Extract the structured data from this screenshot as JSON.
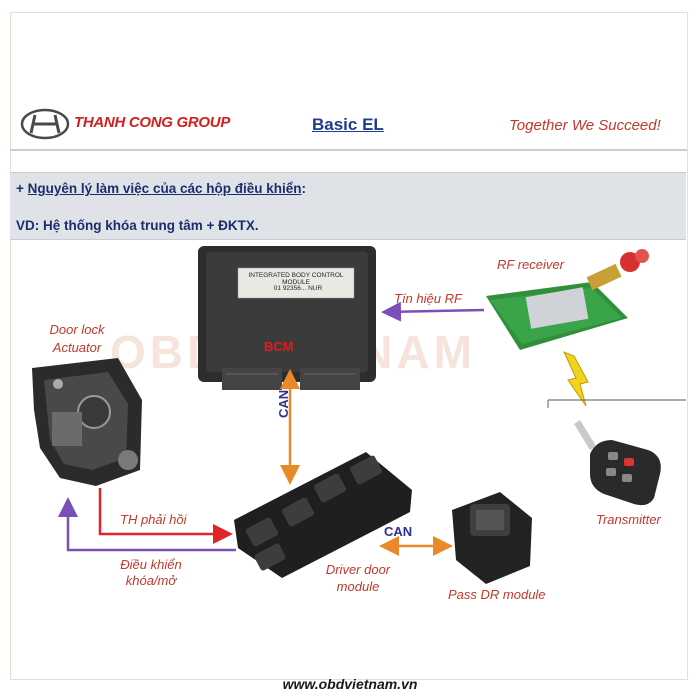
{
  "header": {
    "brand": "THANH CONG GROUP",
    "title": "Basic EL",
    "slogan": "Together We Succeed!"
  },
  "info": {
    "prefix": "+ ",
    "line1": "Nguyên lý làm việc của các hộp điều khiển",
    "suffix": ":",
    "line2": "VD: Hệ thống khóa trung tâm + ĐKTX."
  },
  "diagram": {
    "bcm_label": "BCM",
    "bcm_sticker": "INTEGRATED BODY CONTROL MODULE",
    "bcm_sticker_code": "01  92356...  NUR",
    "rf_receiver": "RF receiver",
    "rf_signal": "Tín hiệu RF",
    "door_lock_1": "Door lock",
    "door_lock_2": "Actuator",
    "transmitter": "Transmitter",
    "feedback": "TH phải hồi",
    "control_1": "Điều khiển",
    "control_2": "khóa/mở",
    "driver_door_1": "Driver door",
    "driver_door_2": "module",
    "pass_dr": "Pass DR module",
    "can_vertical": "CAN",
    "can_horizontal": "CAN"
  },
  "watermark": "OBD VIETNAM",
  "footer": "www.obdvietnam.vn",
  "colors": {
    "brand_red": "#d02020",
    "label_red": "#c0392b",
    "arrow_red": "#e0242a",
    "arrow_purple": "#7b4fb8",
    "arrow_orange": "#e8892a",
    "title_blue": "#1e3c8c"
  }
}
